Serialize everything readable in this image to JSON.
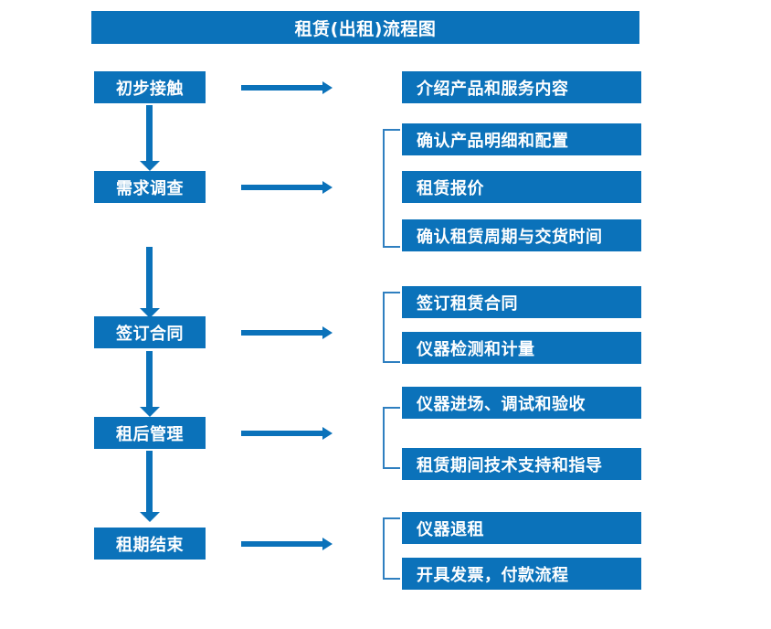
{
  "diagram": {
    "title": "租赁(出租)流程图",
    "theme_color": "#0b72ba",
    "bracket_color": "#2f7fc0",
    "text_color": "#ffffff",
    "background": "#ffffff",
    "stages": [
      {
        "id": "stage-1",
        "label": "初步接触",
        "details": [
          "介绍产品和服务内容"
        ]
      },
      {
        "id": "stage-2",
        "label": "需求调查",
        "details": [
          "确认产品明细和配置",
          "租赁报价",
          "确认租赁周期与交货时间"
        ]
      },
      {
        "id": "stage-3",
        "label": "签订合同",
        "details": [
          "签订租赁合同",
          "仪器检测和计量"
        ]
      },
      {
        "id": "stage-4",
        "label": "租后管理",
        "details": [
          "仪器进场、调试和验收",
          "租赁期间技术支持和指导"
        ]
      },
      {
        "id": "stage-5",
        "label": "租期结束",
        "details": [
          "仪器退租",
          "开具发票，付款流程"
        ]
      }
    ],
    "detail_boxes": [
      "介绍产品和服务内容",
      "确认产品明细和配置",
      "租赁报价",
      "确认租赁周期与交货时间",
      "签订租赁合同",
      "仪器检测和计量",
      "仪器进场、调试和验收",
      "租赁期间技术支持和指导",
      "仪器退租",
      "开具发票，付款流程"
    ]
  }
}
